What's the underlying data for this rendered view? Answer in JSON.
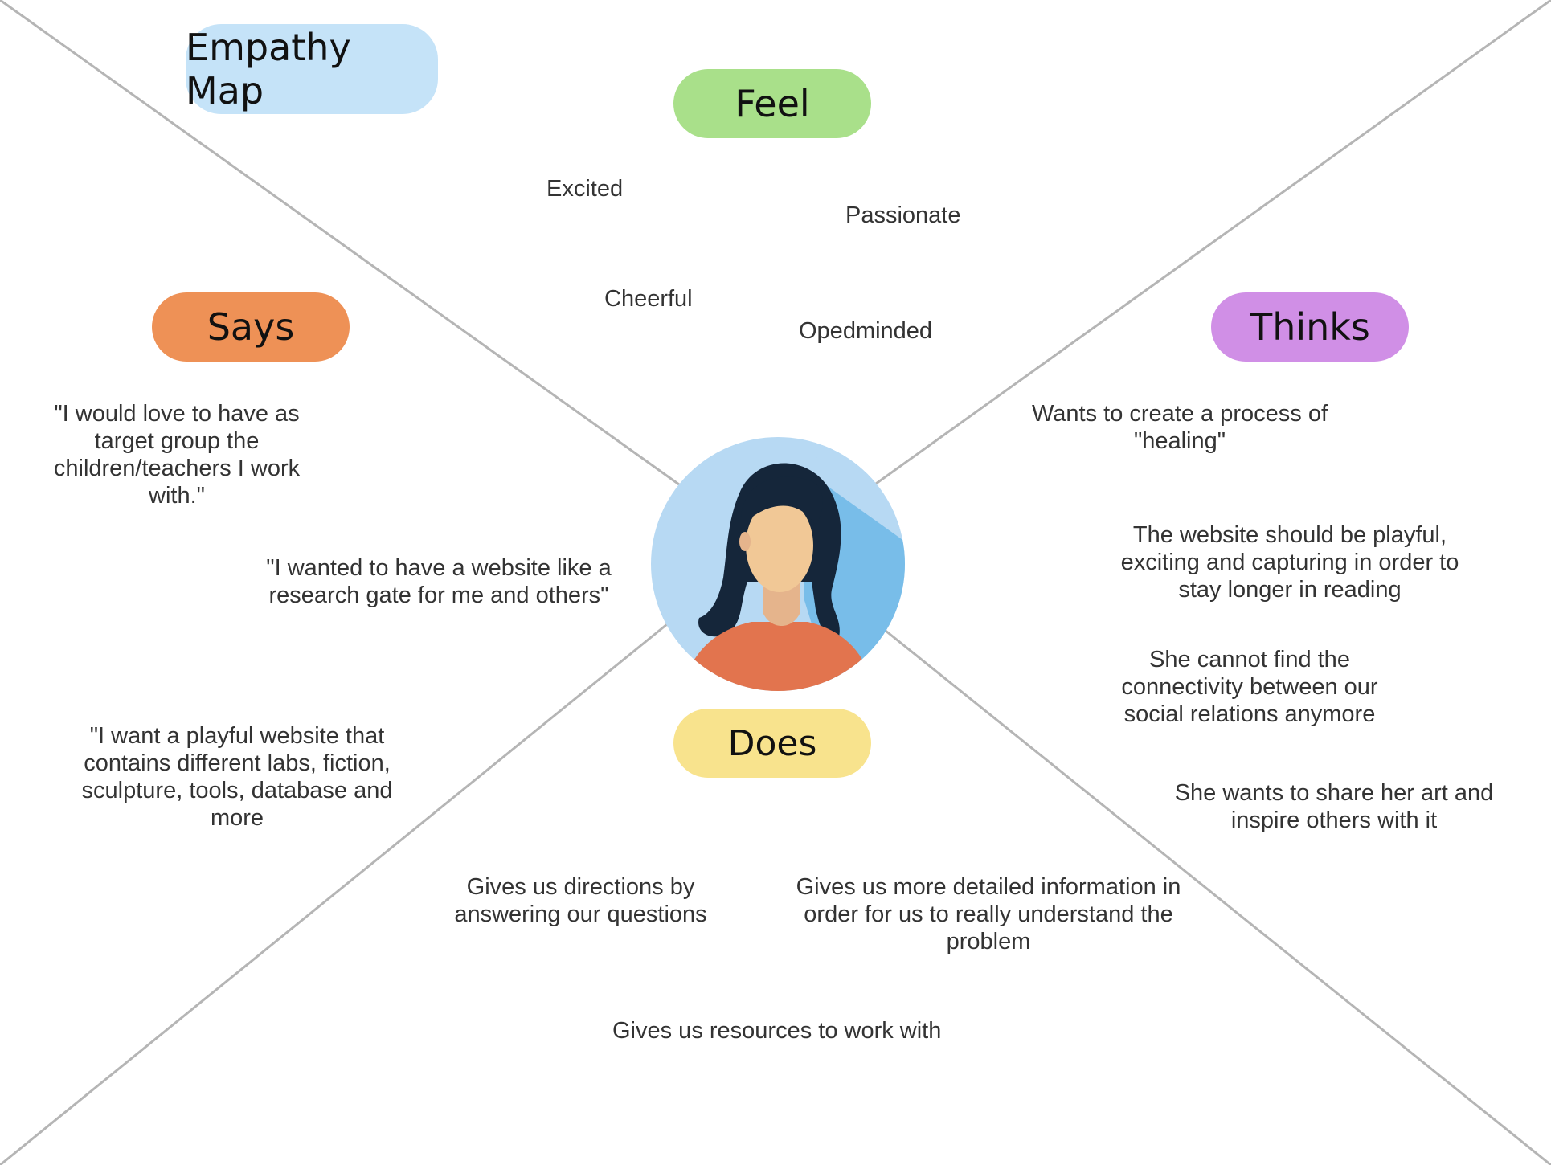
{
  "title": "Empathy Map",
  "sections": {
    "feel": "Feel",
    "says": "Says",
    "thinks": "Thinks",
    "does": "Does"
  },
  "colors": {
    "title_pill": "#c5e3f8",
    "feel": "#a9e08a",
    "says": "#ee9156",
    "thinks": "#d08fe6",
    "does": "#f8e38d",
    "lines": "#b5b5b5"
  },
  "feel_items": [
    "Excited",
    "Passionate",
    "Cheerful",
    "Opedminded"
  ],
  "says_items": [
    "\"I would love to have as target group the children/teachers I work with.\"",
    "\"I wanted to have a website like a research gate for me and others\"",
    "\"I want a playful website that contains different labs, fiction, sculpture, tools, database and more"
  ],
  "thinks_items": [
    "Wants to create a process of \"healing\"",
    "The website should be playful, exciting and capturing in order to stay longer in reading",
    "She cannot find the connectivity between our social relations anymore",
    "She wants to share her art and inspire others with it"
  ],
  "does_items": [
    "Gives us directions by answering our questions",
    "Gives us more detailed information in order for us to really understand the problem",
    "Gives us resources to work with"
  ],
  "avatar_icon": "woman-avatar-icon"
}
